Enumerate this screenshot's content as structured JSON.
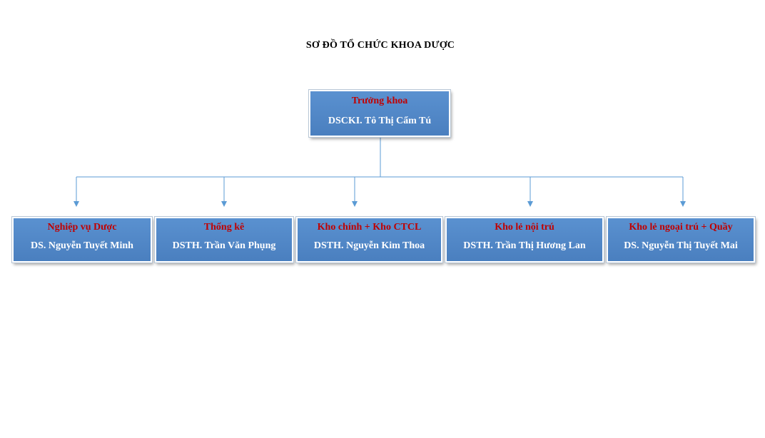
{
  "title": "SƠ ĐỒ TỔ CHỨC KHOA DƯỢC",
  "colors": {
    "box_fill": "#4f86c6",
    "role_text": "#c00000",
    "name_text": "#ffffff",
    "connector": "#5b9bd5"
  },
  "head": {
    "role": "Trưởng khoa",
    "name": "DSCKI. Tô Thị Cẩm Tú"
  },
  "units": [
    {
      "role": "Nghiệp vụ Dược",
      "name": "DS. Nguyễn Tuyết Minh"
    },
    {
      "role": "Thống kê",
      "name": "DSTH. Trần Văn Phụng"
    },
    {
      "role": "Kho chính + Kho CTCL",
      "name": "DSTH. Nguyễn Kim Thoa"
    },
    {
      "role": "Kho lẻ nội trú",
      "name": "DSTH. Trần Thị Hương Lan"
    },
    {
      "role": "Kho lẻ ngoại trú + Quầy",
      "name": "DS. Nguyễn Thị Tuyết Mai"
    }
  ]
}
